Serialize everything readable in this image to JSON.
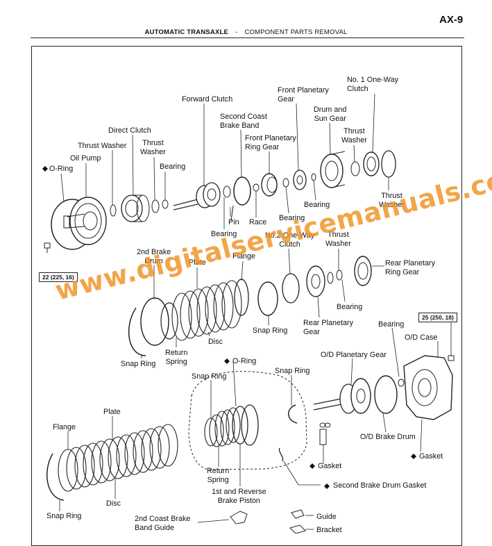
{
  "page": {
    "number": "AX-9",
    "section": "AUTOMATIC TRANSAXLE",
    "separator": "-",
    "subtitle": "COMPONENT PARTS REMOVAL"
  },
  "watermark": "www.digitalservicemanuals.com",
  "torque_specs": [
    {
      "id": "torque-22",
      "text": "22 (225, 16)"
    },
    {
      "id": "torque-25",
      "text": "25 (250, 18)"
    }
  ],
  "labels": {
    "o_ring_top": "O-Ring",
    "oil_pump": "Oil Pump",
    "thrust_washer_1": "Thrust Washer",
    "direct_clutch": "Direct Clutch",
    "thrust_washer_2": "Thrust\nWasher",
    "bearing_1": "Bearing",
    "forward_clutch": "Forward Clutch",
    "second_coast_brake_band": "Second Coast\nBrake Band",
    "front_planetary_gear": "Front Planetary\nGear",
    "front_planetary_ring_gear": "Front Planetary\nRing Gear",
    "drum_and_sun_gear": "Drum and\nSun Gear",
    "no1_one_way_clutch": "No. 1 One-Way\nClutch",
    "thrust_washer_3": "Thrust\nWasher",
    "thrust_washer_4": "Thrust\nWasher",
    "pin": "Pin",
    "race": "Race",
    "bearing_2": "Bearing",
    "bearing_3": "Bearing",
    "bearing_4": "Bearing",
    "second_brake_drum": "2nd Brake\nDrum",
    "plate_1": "Plate",
    "flange_1": "Flange",
    "no2_one_way_clutch": "No.2 One-Way\nClutch",
    "thrust_washer_5": "Thrust\nWasher",
    "rear_planetary_ring_gear": "Rear Planetary\nRing Gear",
    "bearing_5": "Bearing",
    "snap_ring_1": "Snap Ring",
    "rear_planetary_gear": "Rear Planetary\nGear",
    "bearing_6": "Bearing",
    "od_case": "O/D Case",
    "disc_1": "Disc",
    "return_spring_1": "Return\nSpring",
    "snap_ring_2": "Snap Ring",
    "o_ring_mid": "O-Ring",
    "od_planetary_gear": "O/D Planetary Gear",
    "snap_ring_3": "Snap Ring",
    "snap_ring_4": "Snap Ring",
    "od_brake_drum": "O/D Brake Drum",
    "gasket_1": "Gasket",
    "gasket_2": "Gasket",
    "flange_2": "Flange",
    "plate_2": "Plate",
    "return_spring_2": "Return\nSpring",
    "first_reverse_piston": "1st and Reverse\nBrake Piston",
    "second_brake_drum_gasket": "Second Brake Drum Gasket",
    "disc_2": "Disc",
    "snap_ring_5": "Snap Ring",
    "second_coast_band_guide": "2nd Coast Brake\nBand Guide",
    "guide": "Guide",
    "bracket": "Bracket"
  }
}
